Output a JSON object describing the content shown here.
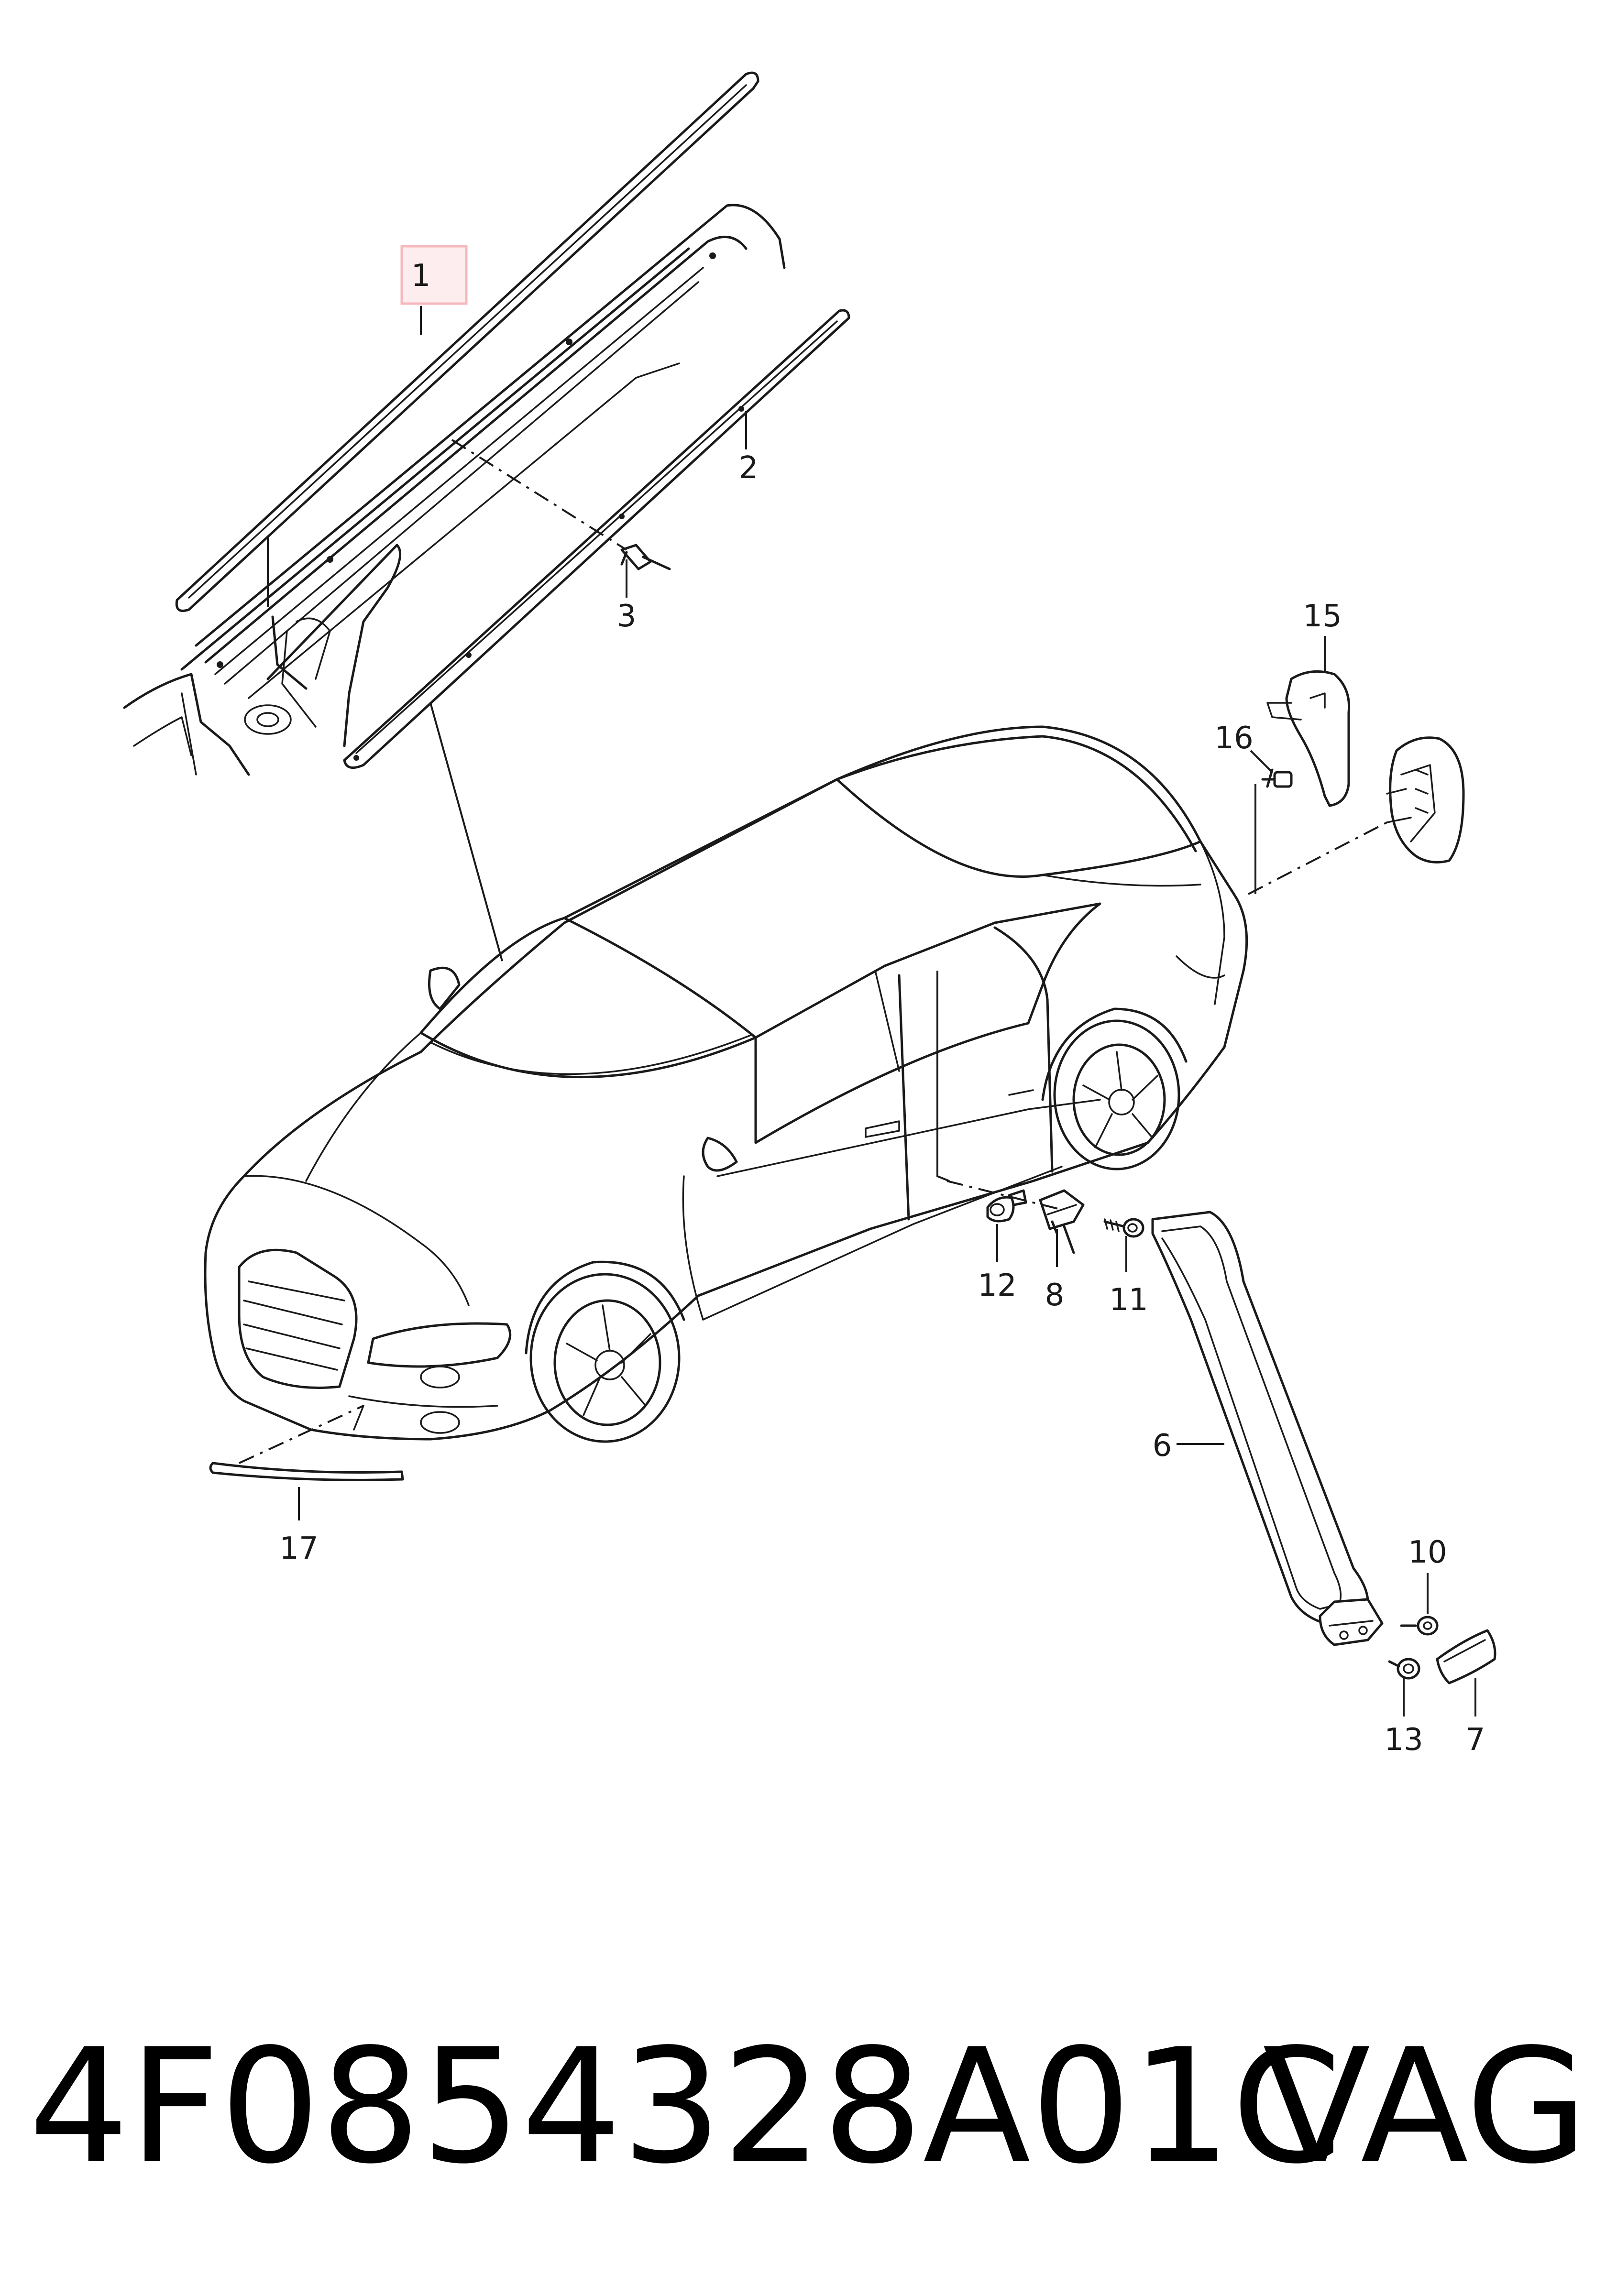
{
  "diagram": {
    "callouts": [
      {
        "id": "c1",
        "text": "1"
      },
      {
        "id": "c2",
        "text": "2"
      },
      {
        "id": "c3",
        "text": "3"
      },
      {
        "id": "c15",
        "text": "15"
      },
      {
        "id": "c16",
        "text": "16"
      },
      {
        "id": "c12",
        "text": "12"
      },
      {
        "id": "c8",
        "text": "8"
      },
      {
        "id": "c11",
        "text": "11"
      },
      {
        "id": "c6",
        "text": "6"
      },
      {
        "id": "c17",
        "text": "17"
      },
      {
        "id": "c10",
        "text": "10"
      },
      {
        "id": "c13",
        "text": "13"
      },
      {
        "id": "c7",
        "text": "7"
      }
    ],
    "highlight": {
      "callout": "1",
      "color": "#f6b9bd"
    }
  },
  "caption": {
    "part_number": "4F0854328A01C",
    "brand": "VAG"
  }
}
